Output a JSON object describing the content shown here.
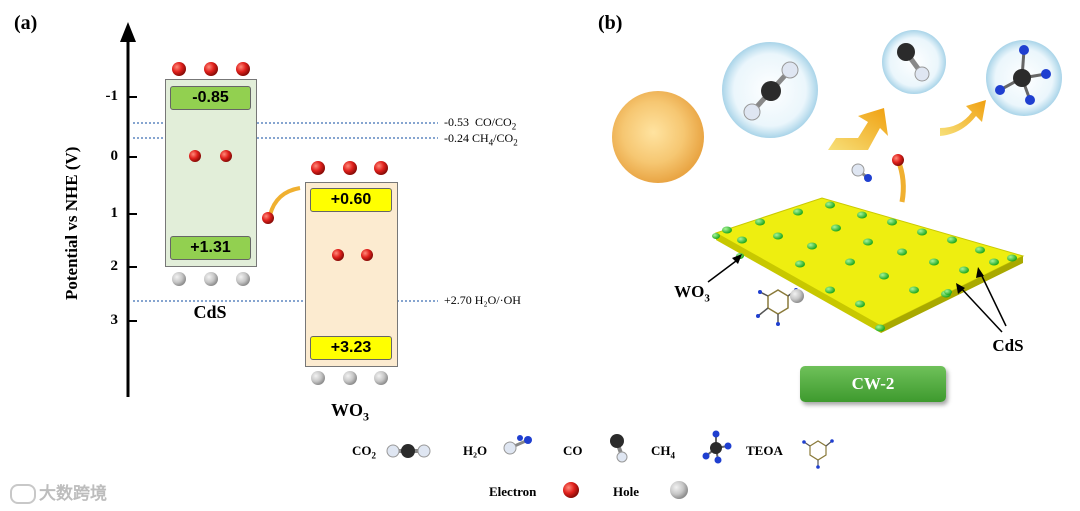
{
  "panels": {
    "a": "(a)",
    "b": "(b)"
  },
  "axis": {
    "label": "Potential vs NHE (V)",
    "ticks": [
      "-1",
      "0",
      "1",
      "2",
      "3"
    ]
  },
  "cds": {
    "name": "CdS",
    "cb": "-0.85",
    "vb": "+1.31",
    "color_fill": "#e2eed9",
    "color_band": "#92d050"
  },
  "wo3": {
    "name_main": "WO",
    "name_sub": "3",
    "cb": "+0.60",
    "vb": "+3.23",
    "color_fill": "#fcebd0",
    "color_band": "#ffff00"
  },
  "potentials": {
    "co": {
      "value": "-0.53",
      "main": "CO/CO",
      "sub": "2"
    },
    "ch4": {
      "value": "-0.24",
      "a": "CH",
      "a_sub": "4",
      "b": "/CO",
      "b_sub": "2"
    },
    "h2o": {
      "text": "+2.70 H₂O/·OH"
    }
  },
  "panel_b": {
    "wo3_label_main": "WO",
    "wo3_label_sub": "3",
    "cds_label": "CdS",
    "sample": "CW-2"
  },
  "legend": {
    "co2_main": "CO",
    "co2_sub": "2",
    "h2o": "H₂O",
    "co": "CO",
    "ch4_main": "CH",
    "ch4_sub": "4",
    "teoa": "TEOA",
    "electron": "Electron",
    "hole": "Hole"
  },
  "watermark": "大数跨境",
  "colors": {
    "electron": "#e0201c",
    "hole": "#bdbdbd",
    "dotted_line": "#3f6fb5",
    "film": "#f2f200",
    "film_dot": "#3ccc3c",
    "carbon": "#2b2b2b",
    "oxygen": "#e8ecf4",
    "nitrogen": "#1f3fd0"
  }
}
